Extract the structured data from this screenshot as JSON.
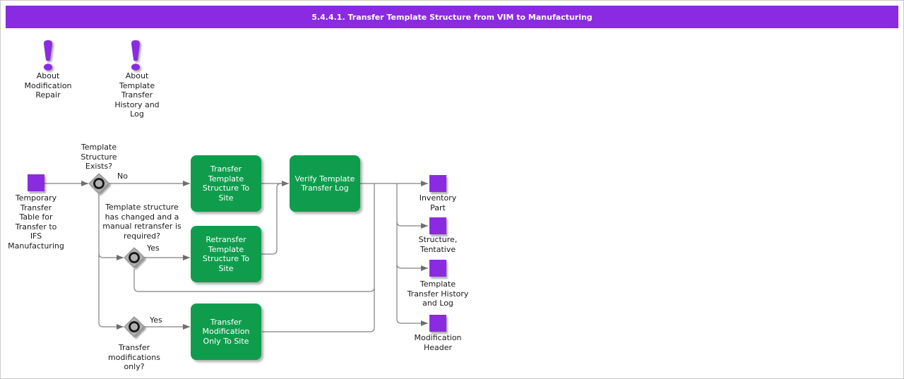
{
  "header": {
    "title": "5.4.4.1. Transfer Template Structure from VIM to Manufacturing"
  },
  "info_links": [
    {
      "label": "About\nModification\nRepair"
    },
    {
      "label": "About\nTemplate\nTransfer\nHistory and\nLog"
    }
  ],
  "flowchart": {
    "start": {
      "label": "Temporary\nTransfer\nTable for\nTransfer to\nIFS\nManufacturing"
    },
    "decisions": [
      {
        "label": "Template\nStructure\nExists?",
        "branch_label": "No"
      },
      {
        "label": "Template structure\nhas changed and a\nmanual retransfer is\nrequired?",
        "branch_label": "Yes"
      },
      {
        "label": "Transfer\nmodifications\nonly?",
        "branch_label": "Yes"
      }
    ],
    "tasks": [
      {
        "label": "Transfer\nTemplate\nStructure To\nSite"
      },
      {
        "label": "Verify Template\nTransfer Log"
      },
      {
        "label": "Retransfer\nTemplate\nStructure To\nSite"
      },
      {
        "label": "Transfer\nModification\nOnly To Site"
      }
    ],
    "outputs": [
      {
        "label": "Inventory\nPart"
      },
      {
        "label": "Structure,\nTentative"
      },
      {
        "label": "Template\nTransfer History\nand Log"
      },
      {
        "label": "Modification\nHeader"
      }
    ],
    "colors": {
      "accent_purple": "#8a2be2",
      "task_green": "#0f9d4d",
      "gateway_gray": "#b0b0b0",
      "line_gray": "#808080"
    }
  }
}
